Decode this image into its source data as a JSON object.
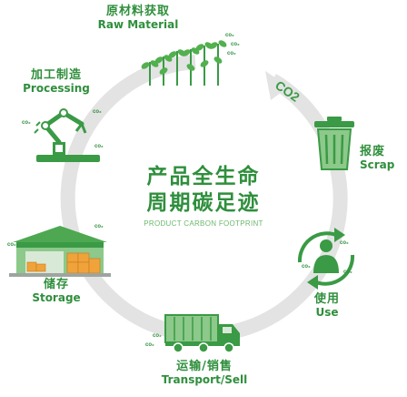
{
  "title": {
    "line1": "产品全生命",
    "line2": "周期碳足迹",
    "english": "PRODUCT CARBON FOOTPRINT"
  },
  "stages": {
    "raw": {
      "zh": "原材料获取",
      "en": "Raw Material"
    },
    "processing": {
      "zh": "加工制造",
      "en": "Processing"
    },
    "storage": {
      "zh": "储存",
      "en": "Storage"
    },
    "transport": {
      "zh": "运输/销售",
      "en": "Transport/Sell"
    },
    "use": {
      "zh": "使用",
      "en": "Use"
    },
    "scrap": {
      "zh": "报废",
      "en": "Scrap"
    }
  },
  "co2_mark": "CO2",
  "co2_small": "co₂",
  "colors": {
    "green": "#2f8f3c",
    "light_green": "#6cb86e",
    "ring": "#e3e3e3"
  }
}
